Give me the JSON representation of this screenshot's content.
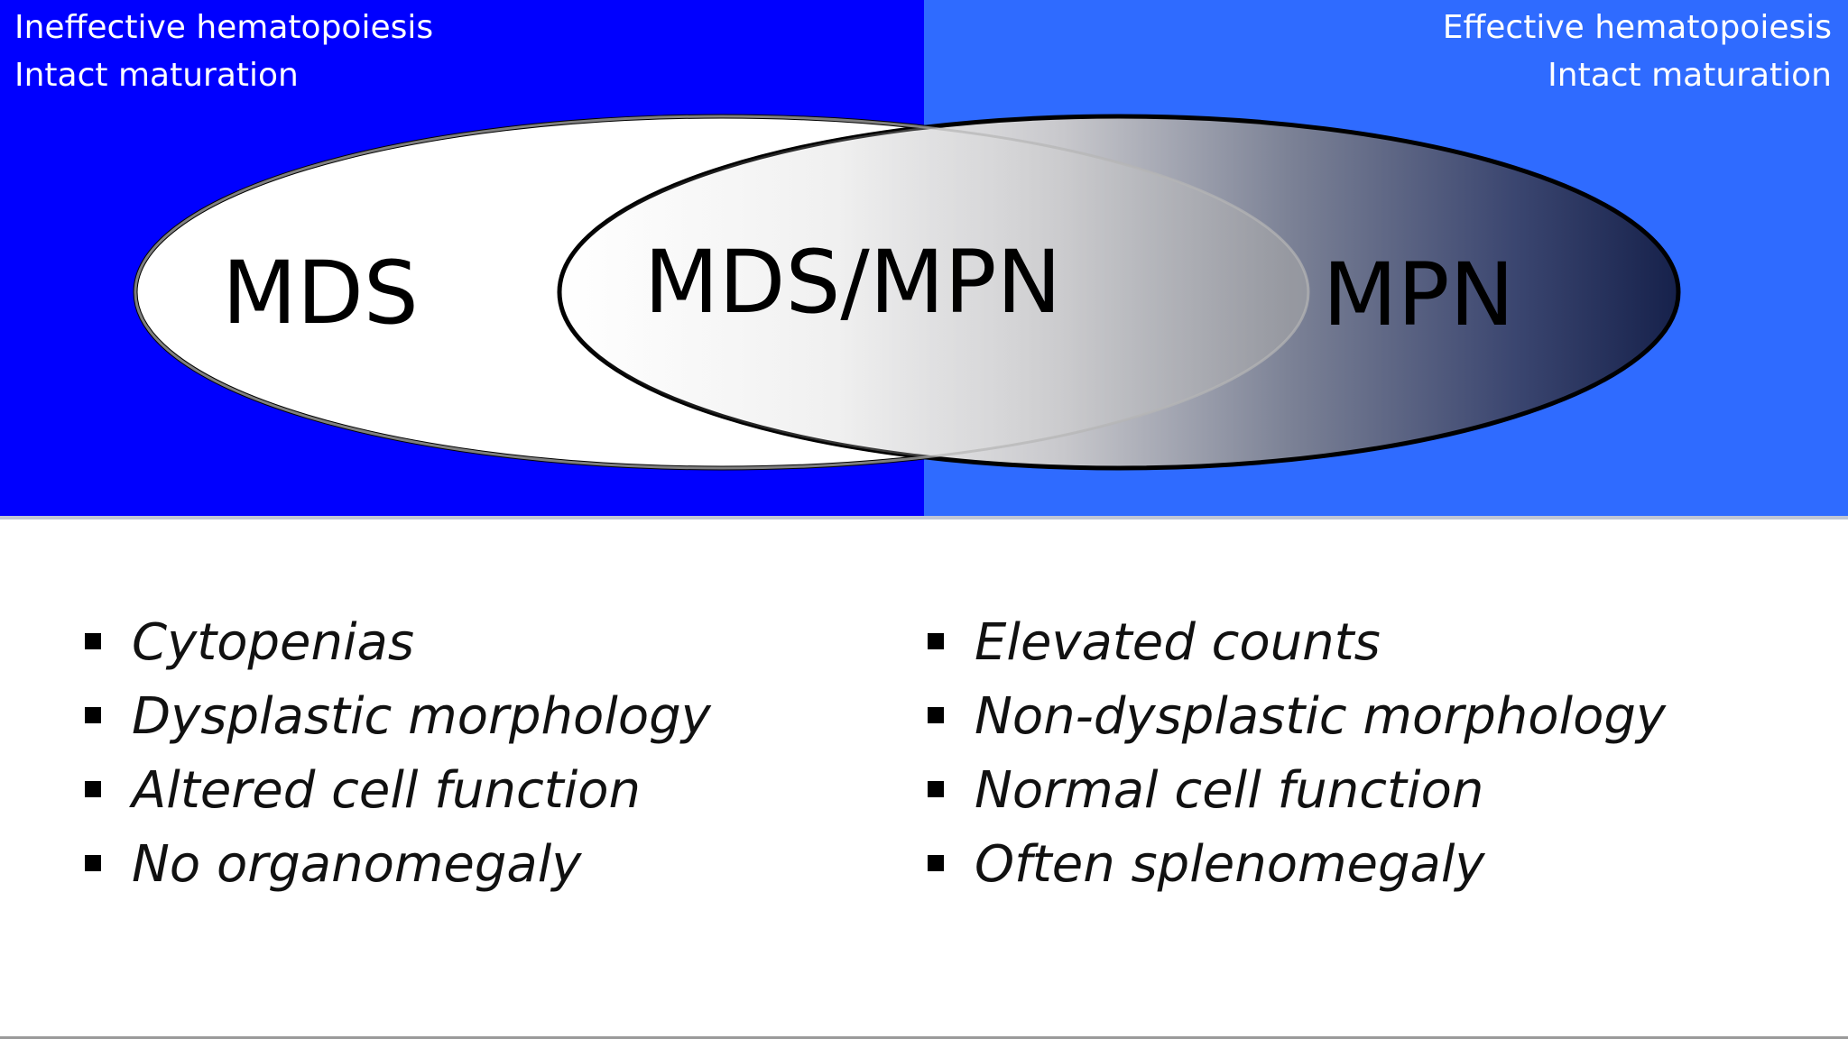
{
  "diagram": {
    "left_panel": {
      "line1": "Ineffective hematopoiesis",
      "line2": "Intact maturation",
      "color": "#0000FF"
    },
    "right_panel": {
      "line1": "Effective hematopoiesis",
      "line2": "Intact maturation",
      "color": "#2F6BFF"
    },
    "ellipse_left_label": "MDS",
    "overlap_label": "MDS/MPN",
    "ellipse_right_label": "MPN",
    "gradient_colors": [
      "#FFFFFF",
      "#1A2652"
    ]
  },
  "bullets": {
    "left": [
      "Cytopenias",
      "Dysplastic morphology",
      "Altered cell function",
      "No organomegaly"
    ],
    "right": [
      "Elevated counts",
      "Non-dysplastic morphology",
      "Normal cell function",
      "Often splenomegaly"
    ]
  }
}
